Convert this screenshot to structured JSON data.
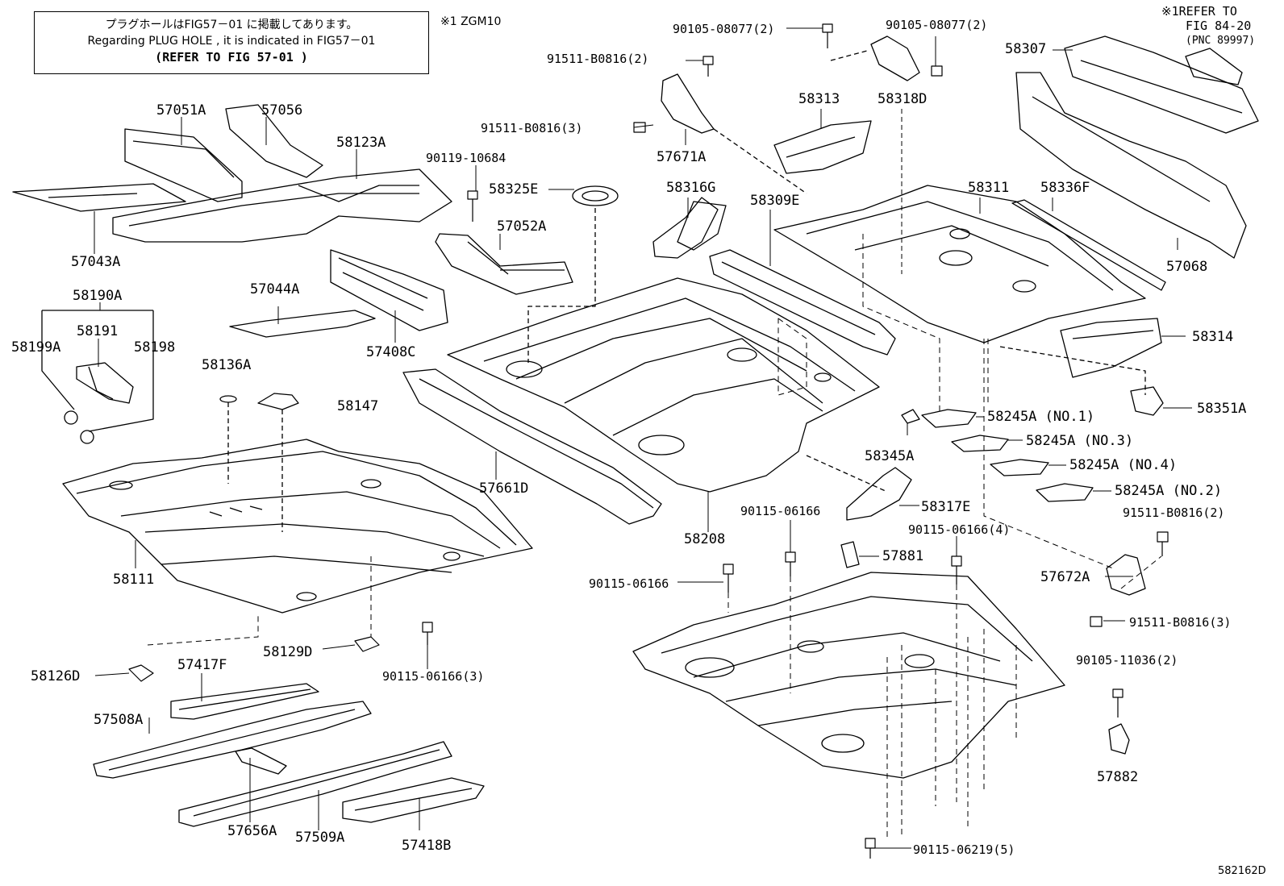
{
  "diagram_code": "582162D",
  "note": {
    "line1": "プラグホールはFIG57－01 に掲載してあります。",
    "line2": "Regarding PLUG HOLE , it is indicated in FIG57－01",
    "line3": "(REFER TO FIG 57-01 )"
  },
  "model_note": "※1 ZGM10",
  "refer_note": {
    "line1": "※1REFER TO",
    "line2": "FIG 84-20",
    "line3": "(PNC 89997)"
  },
  "labels": [
    {
      "id": "l01",
      "text": "57051A"
    },
    {
      "id": "l02",
      "text": "57056"
    },
    {
      "id": "l03",
      "text": "58123A"
    },
    {
      "id": "l04",
      "text": "57043A"
    },
    {
      "id": "l05",
      "text": "58190A"
    },
    {
      "id": "l06",
      "text": "58191"
    },
    {
      "id": "l07",
      "text": "58199A"
    },
    {
      "id": "l08",
      "text": "58198"
    },
    {
      "id": "l09",
      "text": "58136A"
    },
    {
      "id": "l10",
      "text": "58147"
    },
    {
      "id": "l11",
      "text": "57044A"
    },
    {
      "id": "l12",
      "text": "57408C"
    },
    {
      "id": "l13",
      "text": "90119-10684"
    },
    {
      "id": "l14",
      "text": "58325E"
    },
    {
      "id": "l15",
      "text": "57052A"
    },
    {
      "id": "l16",
      "text": "91511-B0816(2)"
    },
    {
      "id": "l17",
      "text": "91511-B0816(3)"
    },
    {
      "id": "l18",
      "text": "90105-08077(2)"
    },
    {
      "id": "l19",
      "text": "90105-08077(2)"
    },
    {
      "id": "l20",
      "text": "57671A"
    },
    {
      "id": "l21",
      "text": "58313"
    },
    {
      "id": "l22",
      "text": "58318D"
    },
    {
      "id": "l23",
      "text": "58307"
    },
    {
      "id": "l24",
      "text": "58316G"
    },
    {
      "id": "l25",
      "text": "58309E"
    },
    {
      "id": "l26",
      "text": "58311"
    },
    {
      "id": "l27",
      "text": "58336F"
    },
    {
      "id": "l28",
      "text": "57068"
    },
    {
      "id": "l29",
      "text": "58314"
    },
    {
      "id": "l30",
      "text": "58351A"
    },
    {
      "id": "l31",
      "text": "58245A (NO.1)"
    },
    {
      "id": "l32",
      "text": "58245A (NO.3)"
    },
    {
      "id": "l33",
      "text": "58245A (NO.4)"
    },
    {
      "id": "l34",
      "text": "58245A (NO.2)"
    },
    {
      "id": "l35",
      "text": "58345A"
    },
    {
      "id": "l36",
      "text": "58317E"
    },
    {
      "id": "l37",
      "text": "91511-B0816(2)"
    },
    {
      "id": "l38",
      "text": "57672A"
    },
    {
      "id": "l39",
      "text": "91511-B0816(3)"
    },
    {
      "id": "l40",
      "text": "90105-11036(2)"
    },
    {
      "id": "l41",
      "text": "57882"
    },
    {
      "id": "l42",
      "text": "57661D"
    },
    {
      "id": "l43",
      "text": "58208"
    },
    {
      "id": "l44",
      "text": "90115-06166"
    },
    {
      "id": "l45",
      "text": "90115-06166(4)"
    },
    {
      "id": "l46",
      "text": "57881"
    },
    {
      "id": "l47",
      "text": "90115-06166"
    },
    {
      "id": "l48",
      "text": "58111"
    },
    {
      "id": "l49",
      "text": "58126D"
    },
    {
      "id": "l50",
      "text": "58129D"
    },
    {
      "id": "l51",
      "text": "90115-06166(3)"
    },
    {
      "id": "l52",
      "text": "57417F"
    },
    {
      "id": "l53",
      "text": "57508A"
    },
    {
      "id": "l54",
      "text": "57656A"
    },
    {
      "id": "l55",
      "text": "57509A"
    },
    {
      "id": "l56",
      "text": "57418B"
    },
    {
      "id": "l57",
      "text": "90115-06219(5)"
    }
  ]
}
